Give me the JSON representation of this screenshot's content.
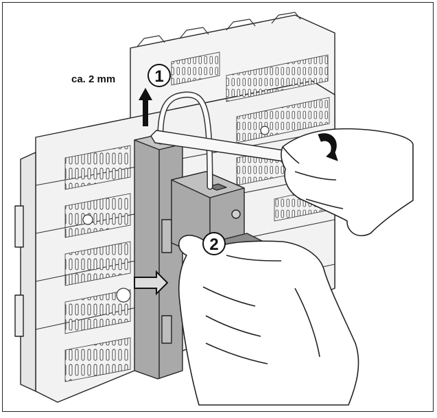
{
  "annotations": {
    "distance_label": "ca. 2 mm",
    "step1_number": "1",
    "step2_number": "2"
  },
  "colors": {
    "outline": "#222222",
    "rack_fill": "#f2f2f2",
    "module_fill": "#a9a9a9",
    "module_dark": "#8c8c8c",
    "hand_fill": "#ffffff",
    "arrow_fill": "#111111"
  },
  "icons": {
    "step_markers": "circled-number-icon",
    "up_arrow": "arrow-up-icon",
    "side_arrow": "arrow-right-icon"
  }
}
